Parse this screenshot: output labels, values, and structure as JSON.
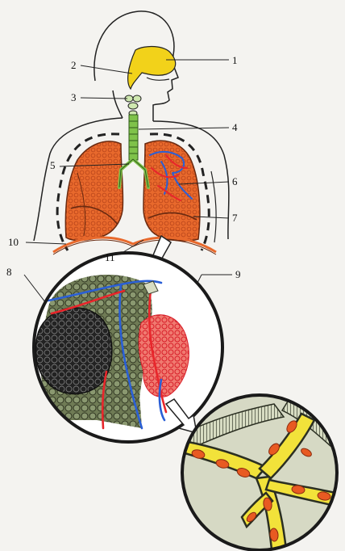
{
  "diagram": {
    "labels": [
      "1",
      "2",
      "3",
      "4",
      "5",
      "6",
      "7",
      "8",
      "9",
      "10",
      "11"
    ]
  },
  "colors": {
    "lung": "#e8692c",
    "lung_dark": "#c94a18",
    "trachea": "#7fc24a",
    "nasal": "#f2d21a",
    "artery": "#e8262b",
    "vein": "#2a5fd6",
    "alveolus_dark": "#1e1e1e",
    "alveolus_green": "#5d6a45",
    "capillary": "#f2e23a",
    "rbc": "#e85a22",
    "background": "#f4f3f0"
  }
}
